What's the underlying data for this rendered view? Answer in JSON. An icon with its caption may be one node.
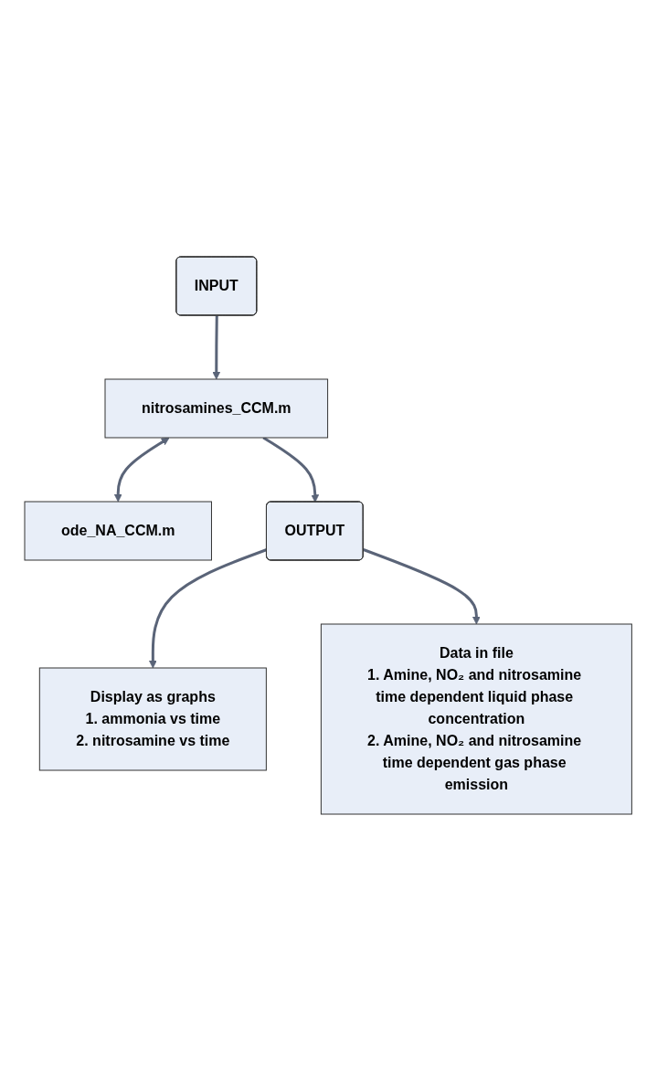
{
  "diagram": {
    "nodes": [
      {
        "text": [
          "INPUT"
        ]
      },
      {
        "text": [
          "nitrosamines_CCM.m"
        ]
      },
      {
        "text": [
          "ode_NA_CCM.m"
        ]
      },
      {
        "text": [
          "OUTPUT"
        ]
      },
      {
        "text": [
          "Display as graphs",
          "1. ammonia vs time",
          "2. nitrosamine vs time"
        ]
      },
      {
        "text": [
          "Data in file",
          "1. Amine, NO₂ and nitrosamine time dependent liquid phase concentration",
          "2. Amine, NO₂ and nitrosamine time dependent gas phase emission"
        ]
      }
    ],
    "edges": [
      {
        "from": 0,
        "to": 1,
        "arrow": "to"
      },
      {
        "from": 1,
        "to": 2,
        "arrow": "both"
      },
      {
        "from": 1,
        "to": 3,
        "arrow": "to"
      },
      {
        "from": 3,
        "to": 4,
        "arrow": "to"
      },
      {
        "from": 3,
        "to": 5,
        "arrow": "to"
      }
    ]
  }
}
